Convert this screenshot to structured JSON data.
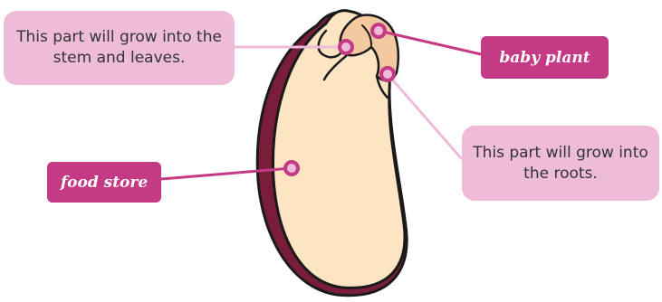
{
  "labels": {
    "baby_plant": "baby plant",
    "food_store": "food store"
  },
  "notes": {
    "stem_leaves": "This part will grow into the stem and leaves.",
    "roots": "This part will grow into the roots."
  },
  "colors": {
    "tag_fill": "#c43a85",
    "note_fill": "#eebcd8",
    "connector": "#c43a85",
    "connector_light": "#eebcd8",
    "seed_fill": "#fde4c3",
    "seed_coat": "#7a1d3b",
    "outline": "#1a1a1a"
  }
}
